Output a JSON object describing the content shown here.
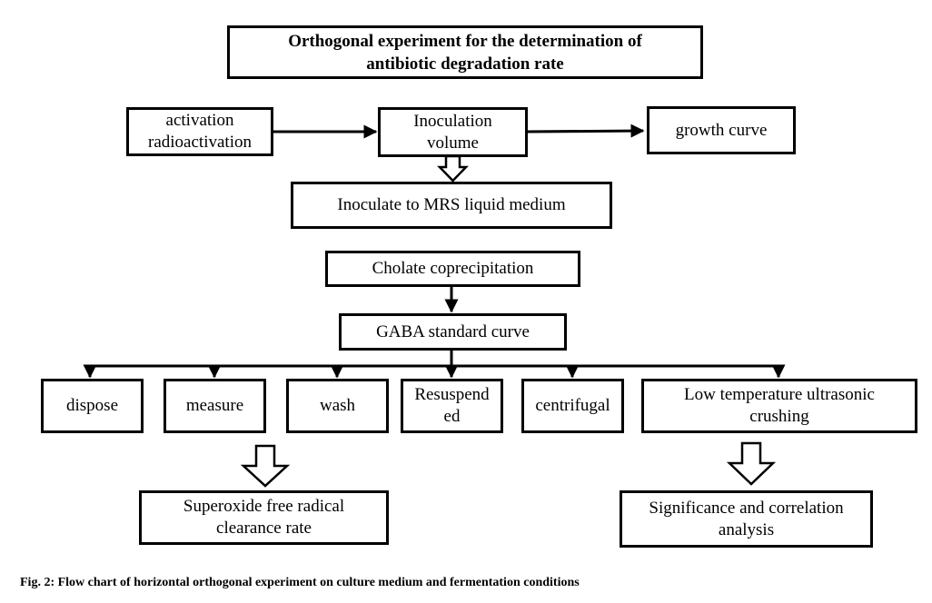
{
  "diagram": {
    "title": "Orthogonal experiment for the determination of\nantibiotic degradation rate",
    "nodes": {
      "activation": "activation\nradioactivation",
      "inoculation_volume": "Inoculation\nvolume",
      "growth_curve": "growth curve",
      "inoculate_mrs": "Inoculate to MRS liquid medium",
      "cholate": "Cholate coprecipitation",
      "gaba": "GABA standard curve",
      "dispose": "dispose",
      "measure": "measure",
      "wash": "wash",
      "resuspended": "Resuspend\ned",
      "centrifugal": "centrifugal",
      "low_temp": "Low temperature ultrasonic\ncrushing",
      "superoxide": "Superoxide free radical\nclearance rate",
      "significance": "Significance and correlation\nanalysis"
    },
    "caption": "Fig. 2: Flow chart of horizontal orthogonal experiment on culture medium and fermentation conditions"
  }
}
